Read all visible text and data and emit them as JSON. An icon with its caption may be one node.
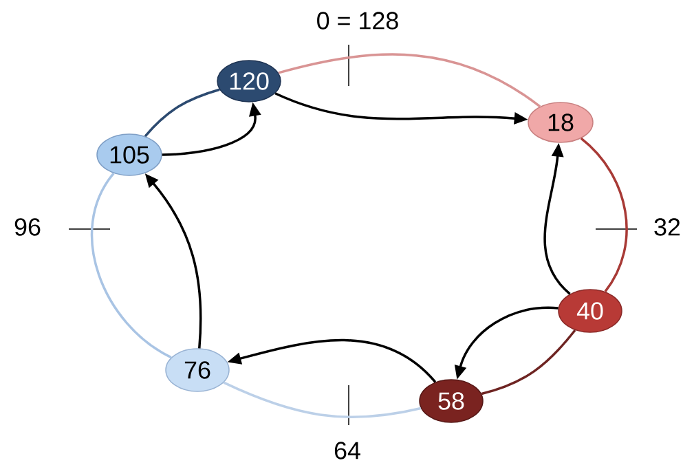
{
  "diagram": {
    "nodes": [
      {
        "text": [
          "120"
        ]
      },
      {
        "text": [
          "18"
        ]
      },
      {
        "text": [
          "40"
        ]
      },
      {
        "text": [
          "58"
        ]
      },
      {
        "text": [
          "76"
        ]
      },
      {
        "text": [
          "105"
        ]
      }
    ],
    "edges": [
      {
        "from": 0,
        "to": 1,
        "arrow": "none",
        "color": "#d99494"
      },
      {
        "from": 1,
        "to": 2,
        "arrow": "none",
        "color": "#a83a36"
      },
      {
        "from": 2,
        "to": 3,
        "arrow": "none",
        "color": "#6e2422"
      },
      {
        "from": 3,
        "to": 4,
        "arrow": "none",
        "color": "#bcd0e8"
      },
      {
        "from": 4,
        "to": 5,
        "arrow": "none",
        "color": "#a9c4e4"
      },
      {
        "from": 5,
        "to": 0,
        "arrow": "none",
        "color": "#2c4a70"
      },
      {
        "from": 0,
        "to": 1,
        "arrow": "to"
      },
      {
        "from": 2,
        "to": 1,
        "arrow": "to"
      },
      {
        "from": 2,
        "to": 3,
        "arrow": "to"
      },
      {
        "from": 3,
        "to": 4,
        "arrow": "to"
      },
      {
        "from": 4,
        "to": 5,
        "arrow": "to"
      },
      {
        "from": 5,
        "to": 0,
        "arrow": "to"
      }
    ],
    "labels": [
      "0 = 128",
      "96",
      "32",
      "64"
    ]
  }
}
